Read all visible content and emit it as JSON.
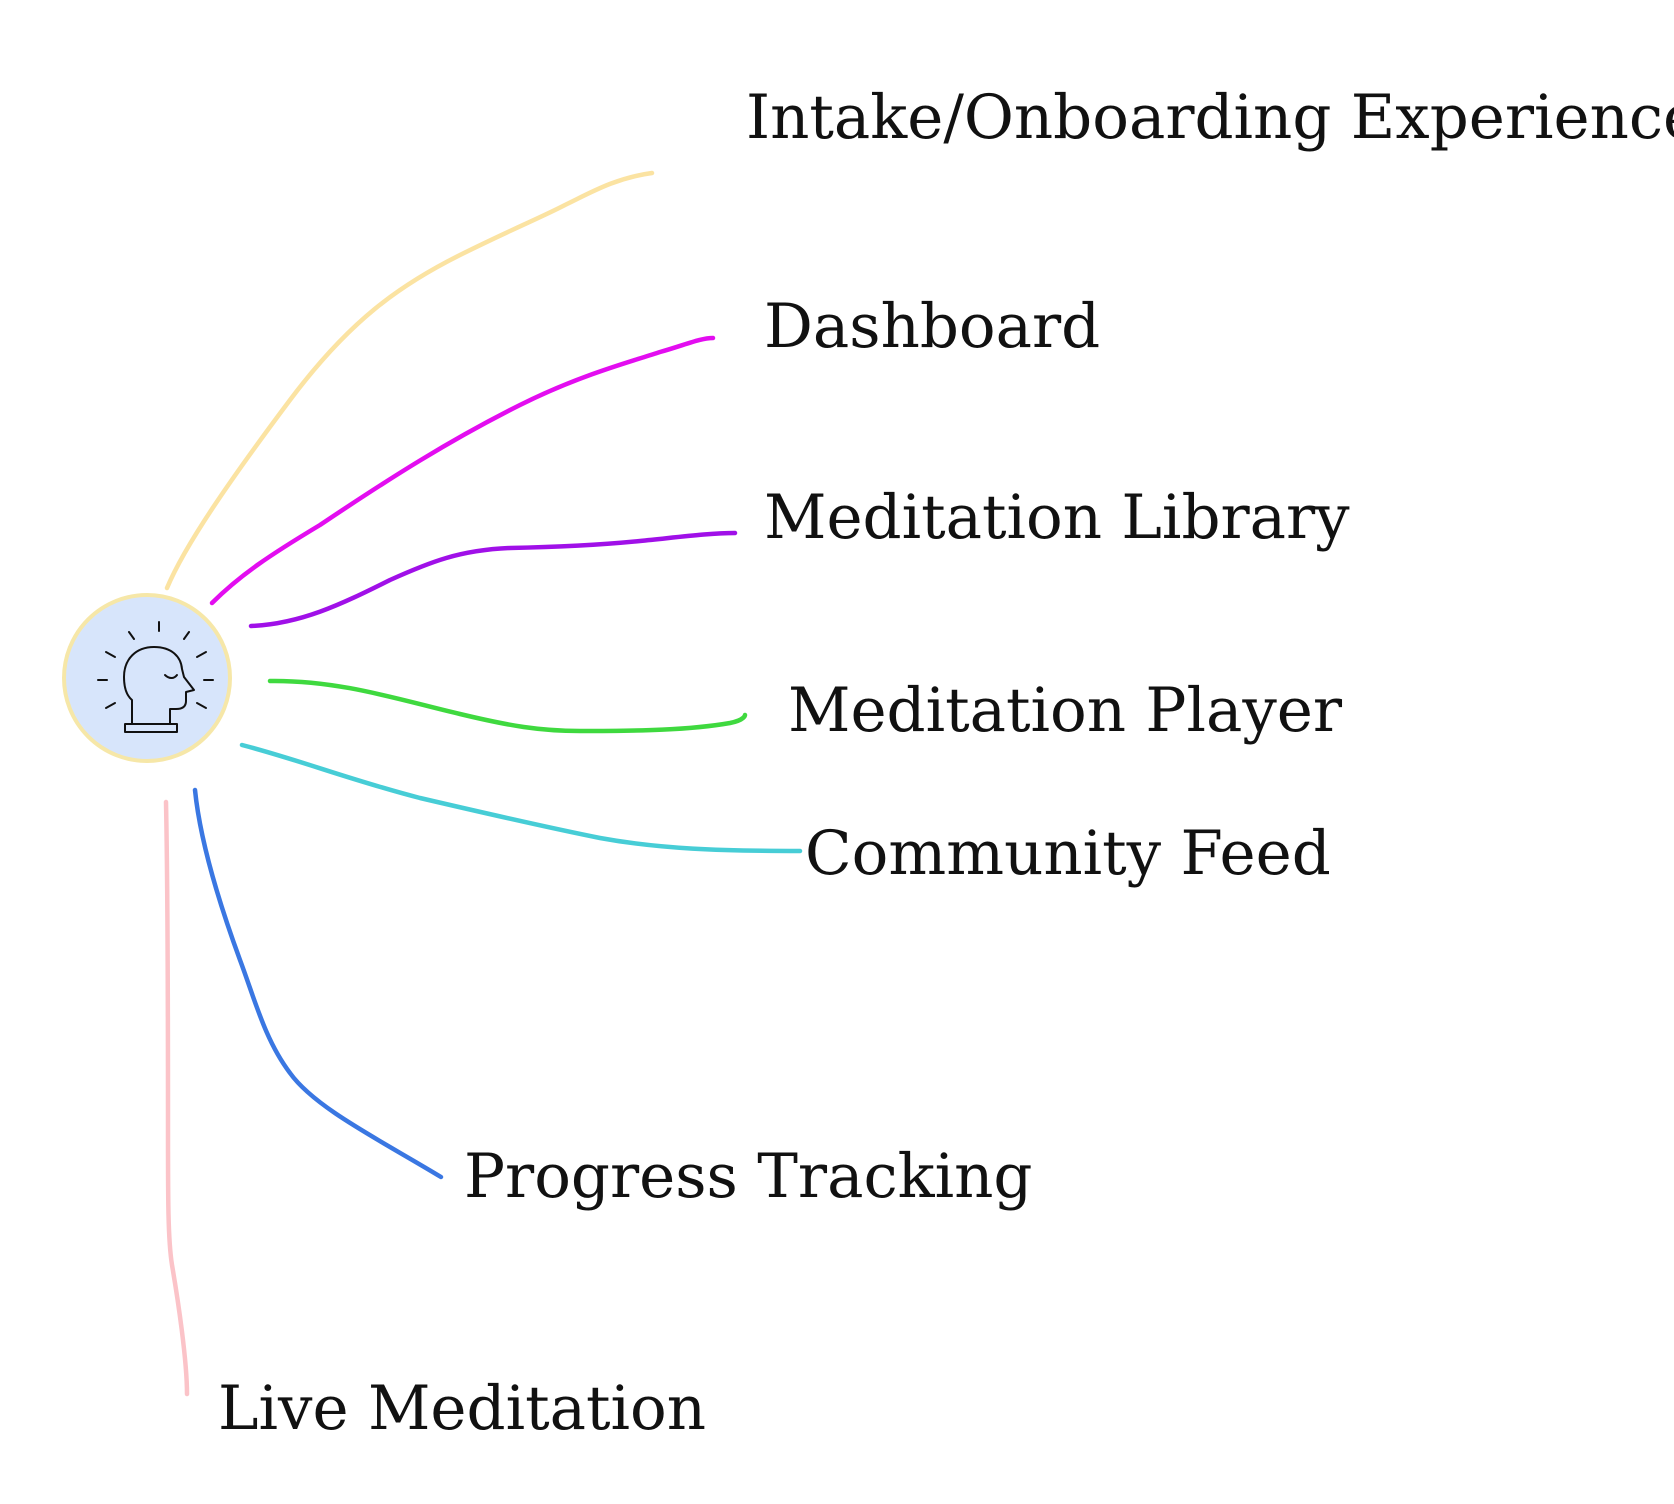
{
  "diagram": {
    "center": {
      "icon": "meditating-head-icon",
      "fill_color": "#d7e5fb",
      "ring_color": "#f6e7a8"
    },
    "branches": [
      {
        "id": "intake",
        "label": "Intake/Onboarding Experience",
        "color": "#fbe3a2"
      },
      {
        "id": "dashboard",
        "label": "Dashboard",
        "color": "#e30df0"
      },
      {
        "id": "library",
        "label": "Meditation Library",
        "color": "#a010e8"
      },
      {
        "id": "player",
        "label": "Meditation Player",
        "color": "#3fd93f"
      },
      {
        "id": "community",
        "label": "Community Feed",
        "color": "#47cdd6"
      },
      {
        "id": "progress",
        "label": "Progress Tracking",
        "color": "#3a77e2"
      },
      {
        "id": "live",
        "label": "Live Meditation",
        "color": "#fbc3c8"
      }
    ]
  }
}
